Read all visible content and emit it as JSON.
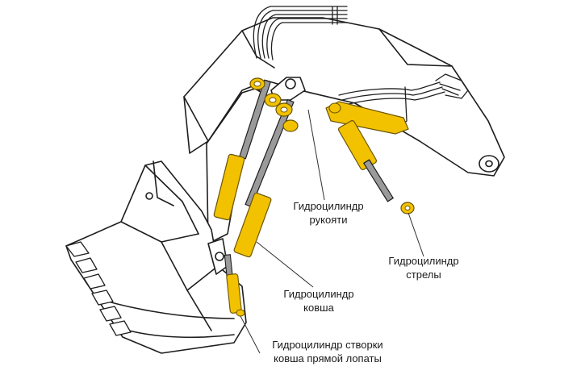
{
  "colors": {
    "cylinder_fill": "#f2c200",
    "cylinder_stroke": "#6b5400",
    "rod_fill": "#9a9a9a",
    "outline": "#1e1e1e",
    "leader": "#333333"
  },
  "labels": {
    "handle_cylinder": {
      "line1": "Гидроцилиндр",
      "line2": "рукояти"
    },
    "boom_cylinder": {
      "line1": "Гидроцилиндр",
      "line2": "стрелы"
    },
    "bucket_cylinder": {
      "line1": "Гидроцилиндр",
      "line2": "ковша"
    },
    "door_cylinder": {
      "line1": "Гидроцилиндр створки",
      "line2": "ковша прямой лопаты"
    }
  }
}
